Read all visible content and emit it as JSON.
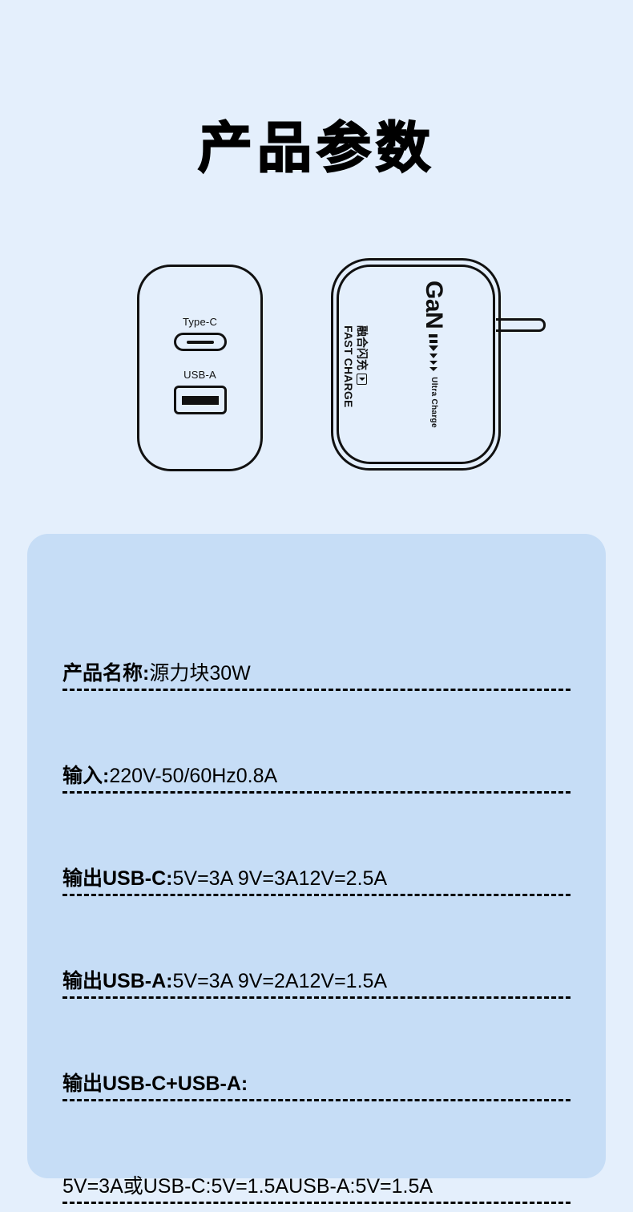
{
  "page": {
    "title": "产品参数",
    "background_color": "#e4effc",
    "panel_color": "#c6ddf6"
  },
  "illustration": {
    "front_view": {
      "typec_label": "Type-C",
      "usba_label": "USB-A"
    },
    "side_view": {
      "gan_label": "GaN",
      "ultra_charge_label": "Ultra Charge",
      "fast_charge_cn": "融合闪充",
      "fast_charge_en": "FAST CHARGE"
    }
  },
  "specs": {
    "rows": [
      {
        "label": "产品名称:",
        "value": "源力块30W"
      },
      {
        "label": "输入:",
        "value": "220V-50/60Hz0.8A"
      },
      {
        "label": "输出USB-C:",
        "value": "5V=3A 9V=3A12V=2.5A"
      },
      {
        "label": "输出USB-A:",
        "value": "5V=3A 9V=2A12V=1.5A"
      },
      {
        "label": "输出USB-C+USB-A:",
        "value": ""
      },
      {
        "label": "",
        "value": " 5V=3A或USB-C:5V=1.5AUSB-A:5V=1.5A"
      }
    ]
  }
}
